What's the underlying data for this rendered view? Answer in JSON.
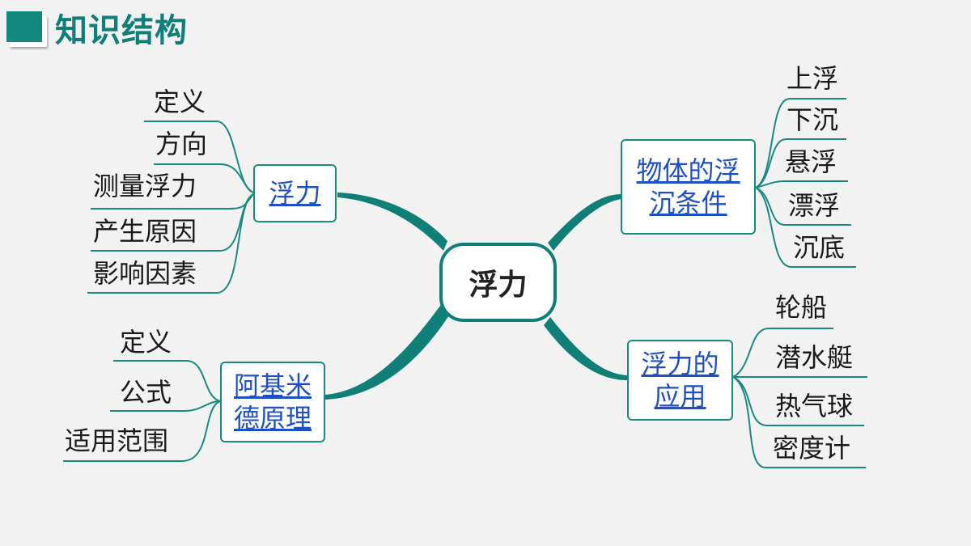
{
  "header": {
    "title": "知识结构"
  },
  "center": {
    "label": "浮力"
  },
  "colors": {
    "accent": "#0f7f78",
    "link": "#1f4fc4",
    "background": "#f2f2f2"
  },
  "branches": [
    {
      "id": "buoyancy",
      "lines": [
        "浮力"
      ],
      "children": [
        "定义",
        "方向",
        "测量浮力",
        "产生原因",
        "影响因素"
      ]
    },
    {
      "id": "archimedes",
      "lines": [
        "阿基米",
        "德原理"
      ],
      "children": [
        "定义",
        "公式",
        "适用范围"
      ]
    },
    {
      "id": "float-sink",
      "lines": [
        "物体的浮",
        "沉条件"
      ],
      "children": [
        "上浮",
        "下沉",
        "悬浮",
        "漂浮",
        "沉底"
      ]
    },
    {
      "id": "applications",
      "lines": [
        "浮力的",
        "应用"
      ],
      "children": [
        "轮船",
        "潜水艇",
        "热气球",
        "密度计"
      ]
    }
  ]
}
